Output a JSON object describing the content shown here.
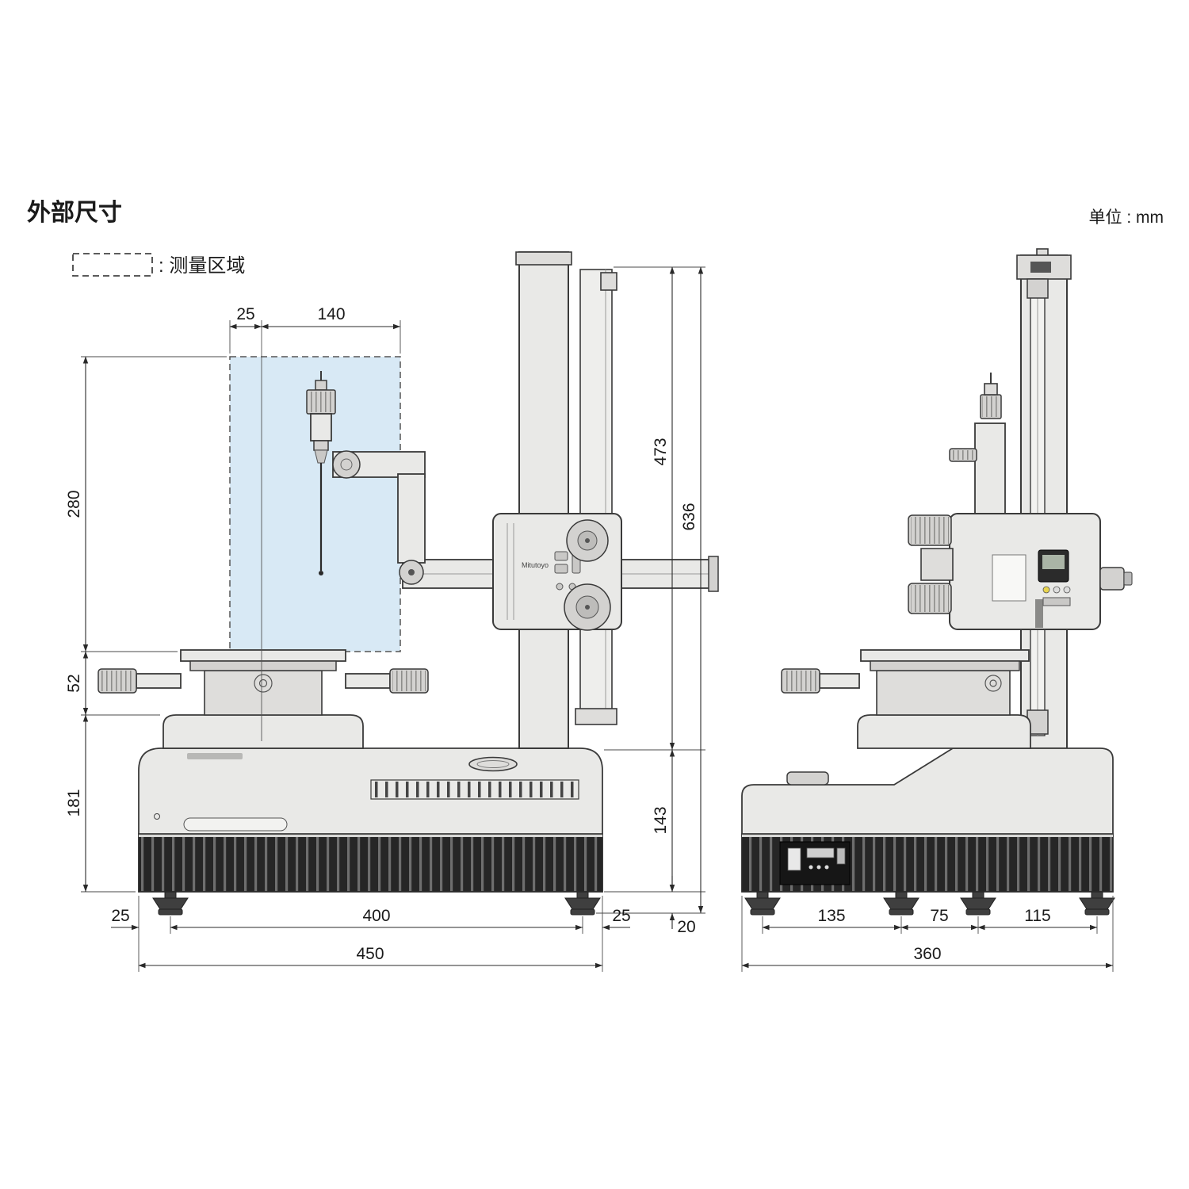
{
  "header": {
    "title": "外部尺寸",
    "unit_label": "单位 : mm"
  },
  "legend": {
    "label": ": 测量区域",
    "area_fill": "#d8e9f5"
  },
  "brand": "Mitutoyo",
  "front_view": {
    "dims": {
      "stylus_offset": "25",
      "measuring_width": "140",
      "measuring_height": "280",
      "table_step": "52",
      "base_height": "181",
      "column_height": "473",
      "overall_height": "636",
      "base_body": "143",
      "foot": "20",
      "foot_offset_left": "25",
      "foot_pitch": "400",
      "foot_offset_right": "25",
      "base_width": "450"
    }
  },
  "side_view": {
    "dims": {
      "foot_span_left": "135",
      "foot_span_mid": "75",
      "foot_span_right": "115",
      "base_depth": "360"
    }
  }
}
